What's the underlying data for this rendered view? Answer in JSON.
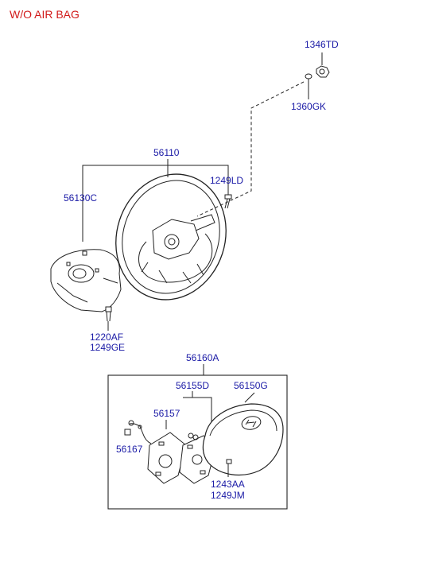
{
  "title": "W/O AIR BAG",
  "labels": {
    "p1346td": "1346TD",
    "p1360gk": "1360GK",
    "p56110": "56110",
    "p1249ld": "1249LD",
    "p56130c": "56130C",
    "p1220af": "1220AF",
    "p1249ge": "1249GE",
    "p56160a": "56160A",
    "p56155d": "56155D",
    "p56150g": "56150G",
    "p56157": "56157",
    "p56167": "56167",
    "p1243aa": "1243AA",
    "p1249jm": "1249JM"
  },
  "colors": {
    "label": "#1a1aa6",
    "title": "#d11a1a",
    "line": "#222222"
  }
}
